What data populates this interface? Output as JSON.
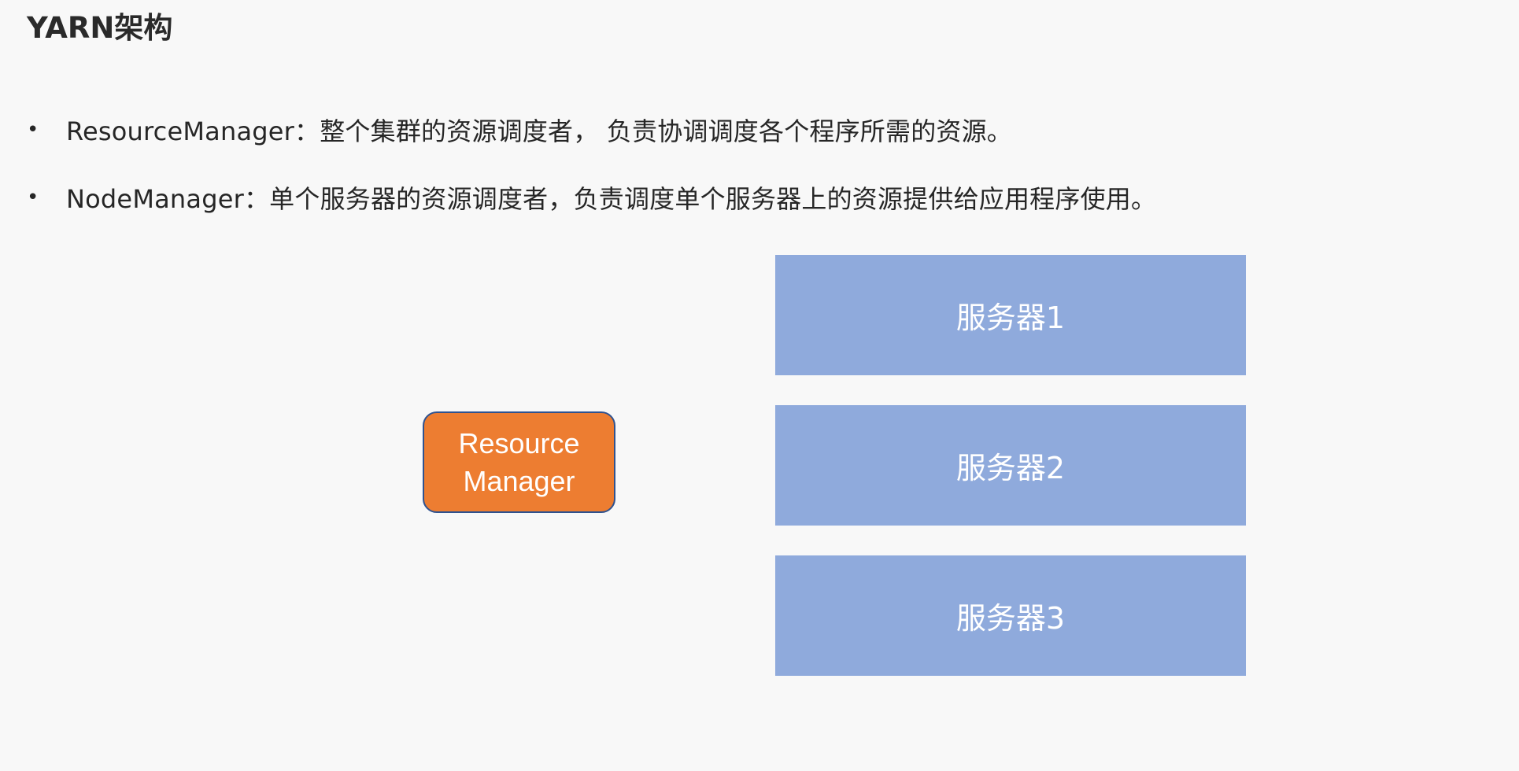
{
  "slide": {
    "title": "YARN架构",
    "bullets": [
      {
        "symbol": "•",
        "text": "ResourceManager：整个集群的资源调度者， 负责协调调度各个程序所需的资源。"
      },
      {
        "symbol": "•",
        "text": "NodeManager：单个服务器的资源调度者，负责调度单个服务器上的资源提供给应用程序使用。"
      }
    ]
  },
  "diagram": {
    "resource_manager": {
      "line1": "Resource",
      "line2": "Manager",
      "fill": "#ed7d31",
      "border": "#2f528f"
    },
    "servers": [
      {
        "label": "服务器1"
      },
      {
        "label": "服务器2"
      },
      {
        "label": "服务器3"
      }
    ],
    "server_fill": "#8faadc"
  }
}
